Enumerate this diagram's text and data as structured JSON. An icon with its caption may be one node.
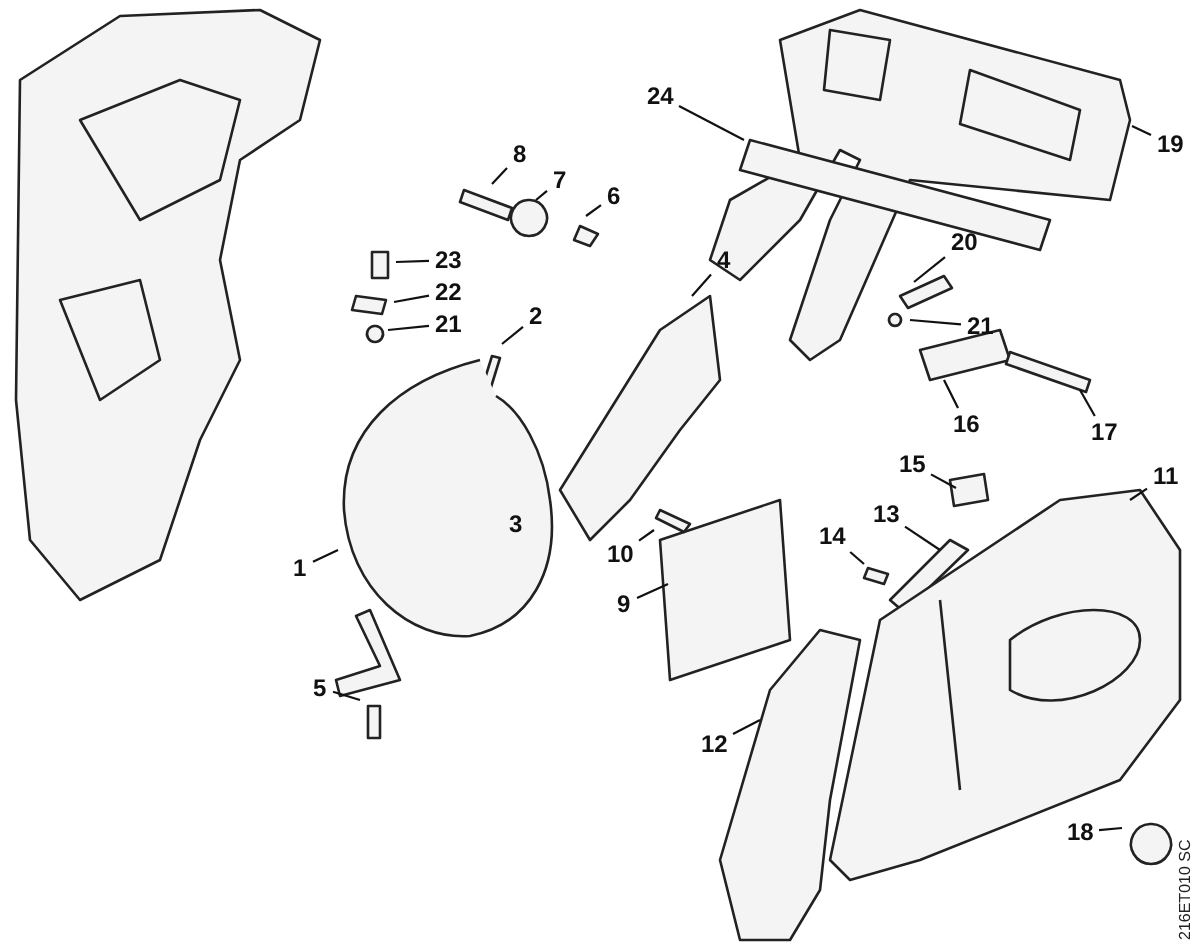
{
  "diagram": {
    "nodes": [
      {
        "text": [
          "24"
        ]
      },
      {
        "text": [
          "19"
        ]
      },
      {
        "text": [
          "8"
        ]
      },
      {
        "text": [
          "7"
        ]
      },
      {
        "text": [
          "6"
        ]
      },
      {
        "text": [
          "4"
        ]
      },
      {
        "text": [
          "20"
        ]
      },
      {
        "text": [
          "23"
        ]
      },
      {
        "text": [
          "22"
        ]
      },
      {
        "text": [
          "21"
        ]
      },
      {
        "text": [
          "2"
        ]
      },
      {
        "text": [
          "21"
        ]
      },
      {
        "text": [
          "16"
        ]
      },
      {
        "text": [
          "17"
        ]
      },
      {
        "text": [
          "15"
        ]
      },
      {
        "text": [
          "11"
        ]
      },
      {
        "text": [
          "13"
        ]
      },
      {
        "text": [
          "14"
        ]
      },
      {
        "text": [
          "10"
        ]
      },
      {
        "text": [
          "1"
        ]
      },
      {
        "text": [
          "9"
        ]
      },
      {
        "text": [
          "5"
        ]
      },
      {
        "text": [
          "12"
        ]
      },
      {
        "text": [
          "18"
        ]
      }
    ],
    "edges": [
      {
        "from": 0,
        "to": null,
        "arrow": "none"
      },
      {
        "from": 1,
        "to": null,
        "arrow": "none"
      },
      {
        "from": 2,
        "to": null,
        "arrow": "none"
      },
      {
        "from": 3,
        "to": null,
        "arrow": "none"
      },
      {
        "from": 4,
        "to": null,
        "arrow": "none"
      },
      {
        "from": 5,
        "to": null,
        "arrow": "none"
      },
      {
        "from": 6,
        "to": null,
        "arrow": "none"
      },
      {
        "from": 7,
        "to": null,
        "arrow": "none"
      },
      {
        "from": 8,
        "to": null,
        "arrow": "none"
      },
      {
        "from": 9,
        "to": null,
        "arrow": "none"
      },
      {
        "from": 10,
        "to": null,
        "arrow": "none"
      },
      {
        "from": 11,
        "to": null,
        "arrow": "none"
      },
      {
        "from": 12,
        "to": null,
        "arrow": "none"
      },
      {
        "from": 13,
        "to": null,
        "arrow": "none"
      },
      {
        "from": 14,
        "to": null,
        "arrow": "none"
      },
      {
        "from": 15,
        "to": null,
        "arrow": "none"
      },
      {
        "from": 16,
        "to": null,
        "arrow": "none"
      },
      {
        "from": 17,
        "to": null,
        "arrow": "none"
      },
      {
        "from": 18,
        "to": null,
        "arrow": "none"
      },
      {
        "from": 19,
        "to": null,
        "arrow": "none"
      },
      {
        "from": 20,
        "to": null,
        "arrow": "none"
      },
      {
        "from": 21,
        "to": null,
        "arrow": "none"
      },
      {
        "from": 22,
        "to": null,
        "arrow": "none"
      },
      {
        "from": 23,
        "to": null,
        "arrow": "none"
      }
    ],
    "labels": [
      "3",
      "216ET010 SC"
    ]
  }
}
